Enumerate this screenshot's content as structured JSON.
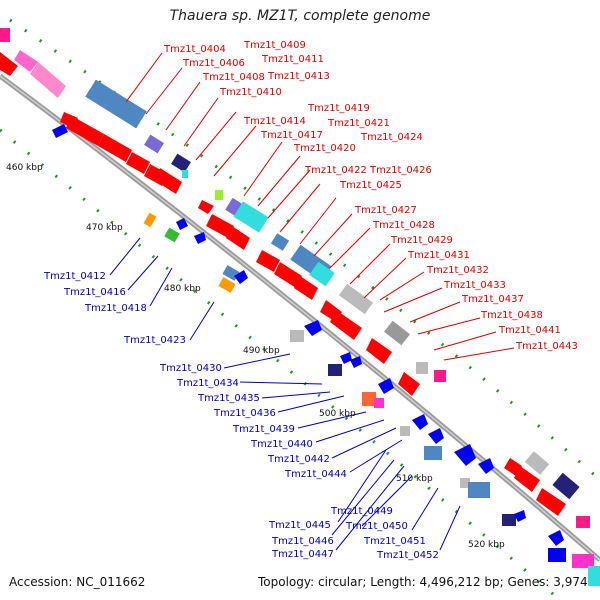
{
  "title": "Thauera sp. MZ1T, complete genome",
  "footer": {
    "accession": "Accession: NC_011662",
    "topology": "Topology: circular; Length: 4,496,212 bp; Genes: 3,974"
  },
  "ticks": [
    "460 kbp",
    "470 kbp",
    "480 kbp",
    "490 kbp",
    "500 kbp",
    "510 kbp",
    "520 kbp"
  ],
  "labels_top": [
    "Tmz1t_0404",
    "Tmz1t_0409",
    "Tmz1t_0406",
    "Tmz1t_0411",
    "Tmz1t_0408",
    "Tmz1t_0413",
    "Tmz1t_0410",
    "Tmz1t_0419",
    "Tmz1t_0414",
    "Tmz1t_0421",
    "Tmz1t_0417",
    "Tmz1t_0424",
    "Tmz1t_0420",
    "Tmz1t_0422",
    "Tmz1t_0426",
    "Tmz1t_0425",
    "Tmz1t_0427",
    "Tmz1t_0428",
    "Tmz1t_0429",
    "Tmz1t_0431",
    "Tmz1t_0432",
    "Tmz1t_0433",
    "Tmz1t_0437",
    "Tmz1t_0438",
    "Tmz1t_0441",
    "Tmz1t_0443"
  ],
  "labels_bottom": [
    "Tmz1t_0412",
    "Tmz1t_0416",
    "Tmz1t_0418",
    "Tmz1t_0423",
    "Tmz1t_0430",
    "Tmz1t_0434",
    "Tmz1t_0435",
    "Tmz1t_0436",
    "Tmz1t_0439",
    "Tmz1t_0440",
    "Tmz1t_0442",
    "Tmz1t_0444",
    "Tmz1t_0449",
    "Tmz1t_0445",
    "Tmz1t_0450",
    "Tmz1t_0446",
    "Tmz1t_0451",
    "Tmz1t_0447",
    "Tmz1t_0452"
  ],
  "colors": {
    "top_label": "#dd0000",
    "bottom_label": "#0000bb",
    "backbone": "#999999",
    "forward_gene": "#ff0000",
    "reverse_gene": "#0000ee",
    "rna_gene": "#ff66cc",
    "steelblue_gene": "#4f87c2",
    "cyan_gene": "#33dddd",
    "navy_gene": "#222277",
    "purple_gene": "#7b6ad6",
    "gray_gene": "#b5b5b5",
    "green_gene": "#33bb33",
    "orange_gene": "#ff9900",
    "tick_mark": "#118811"
  }
}
